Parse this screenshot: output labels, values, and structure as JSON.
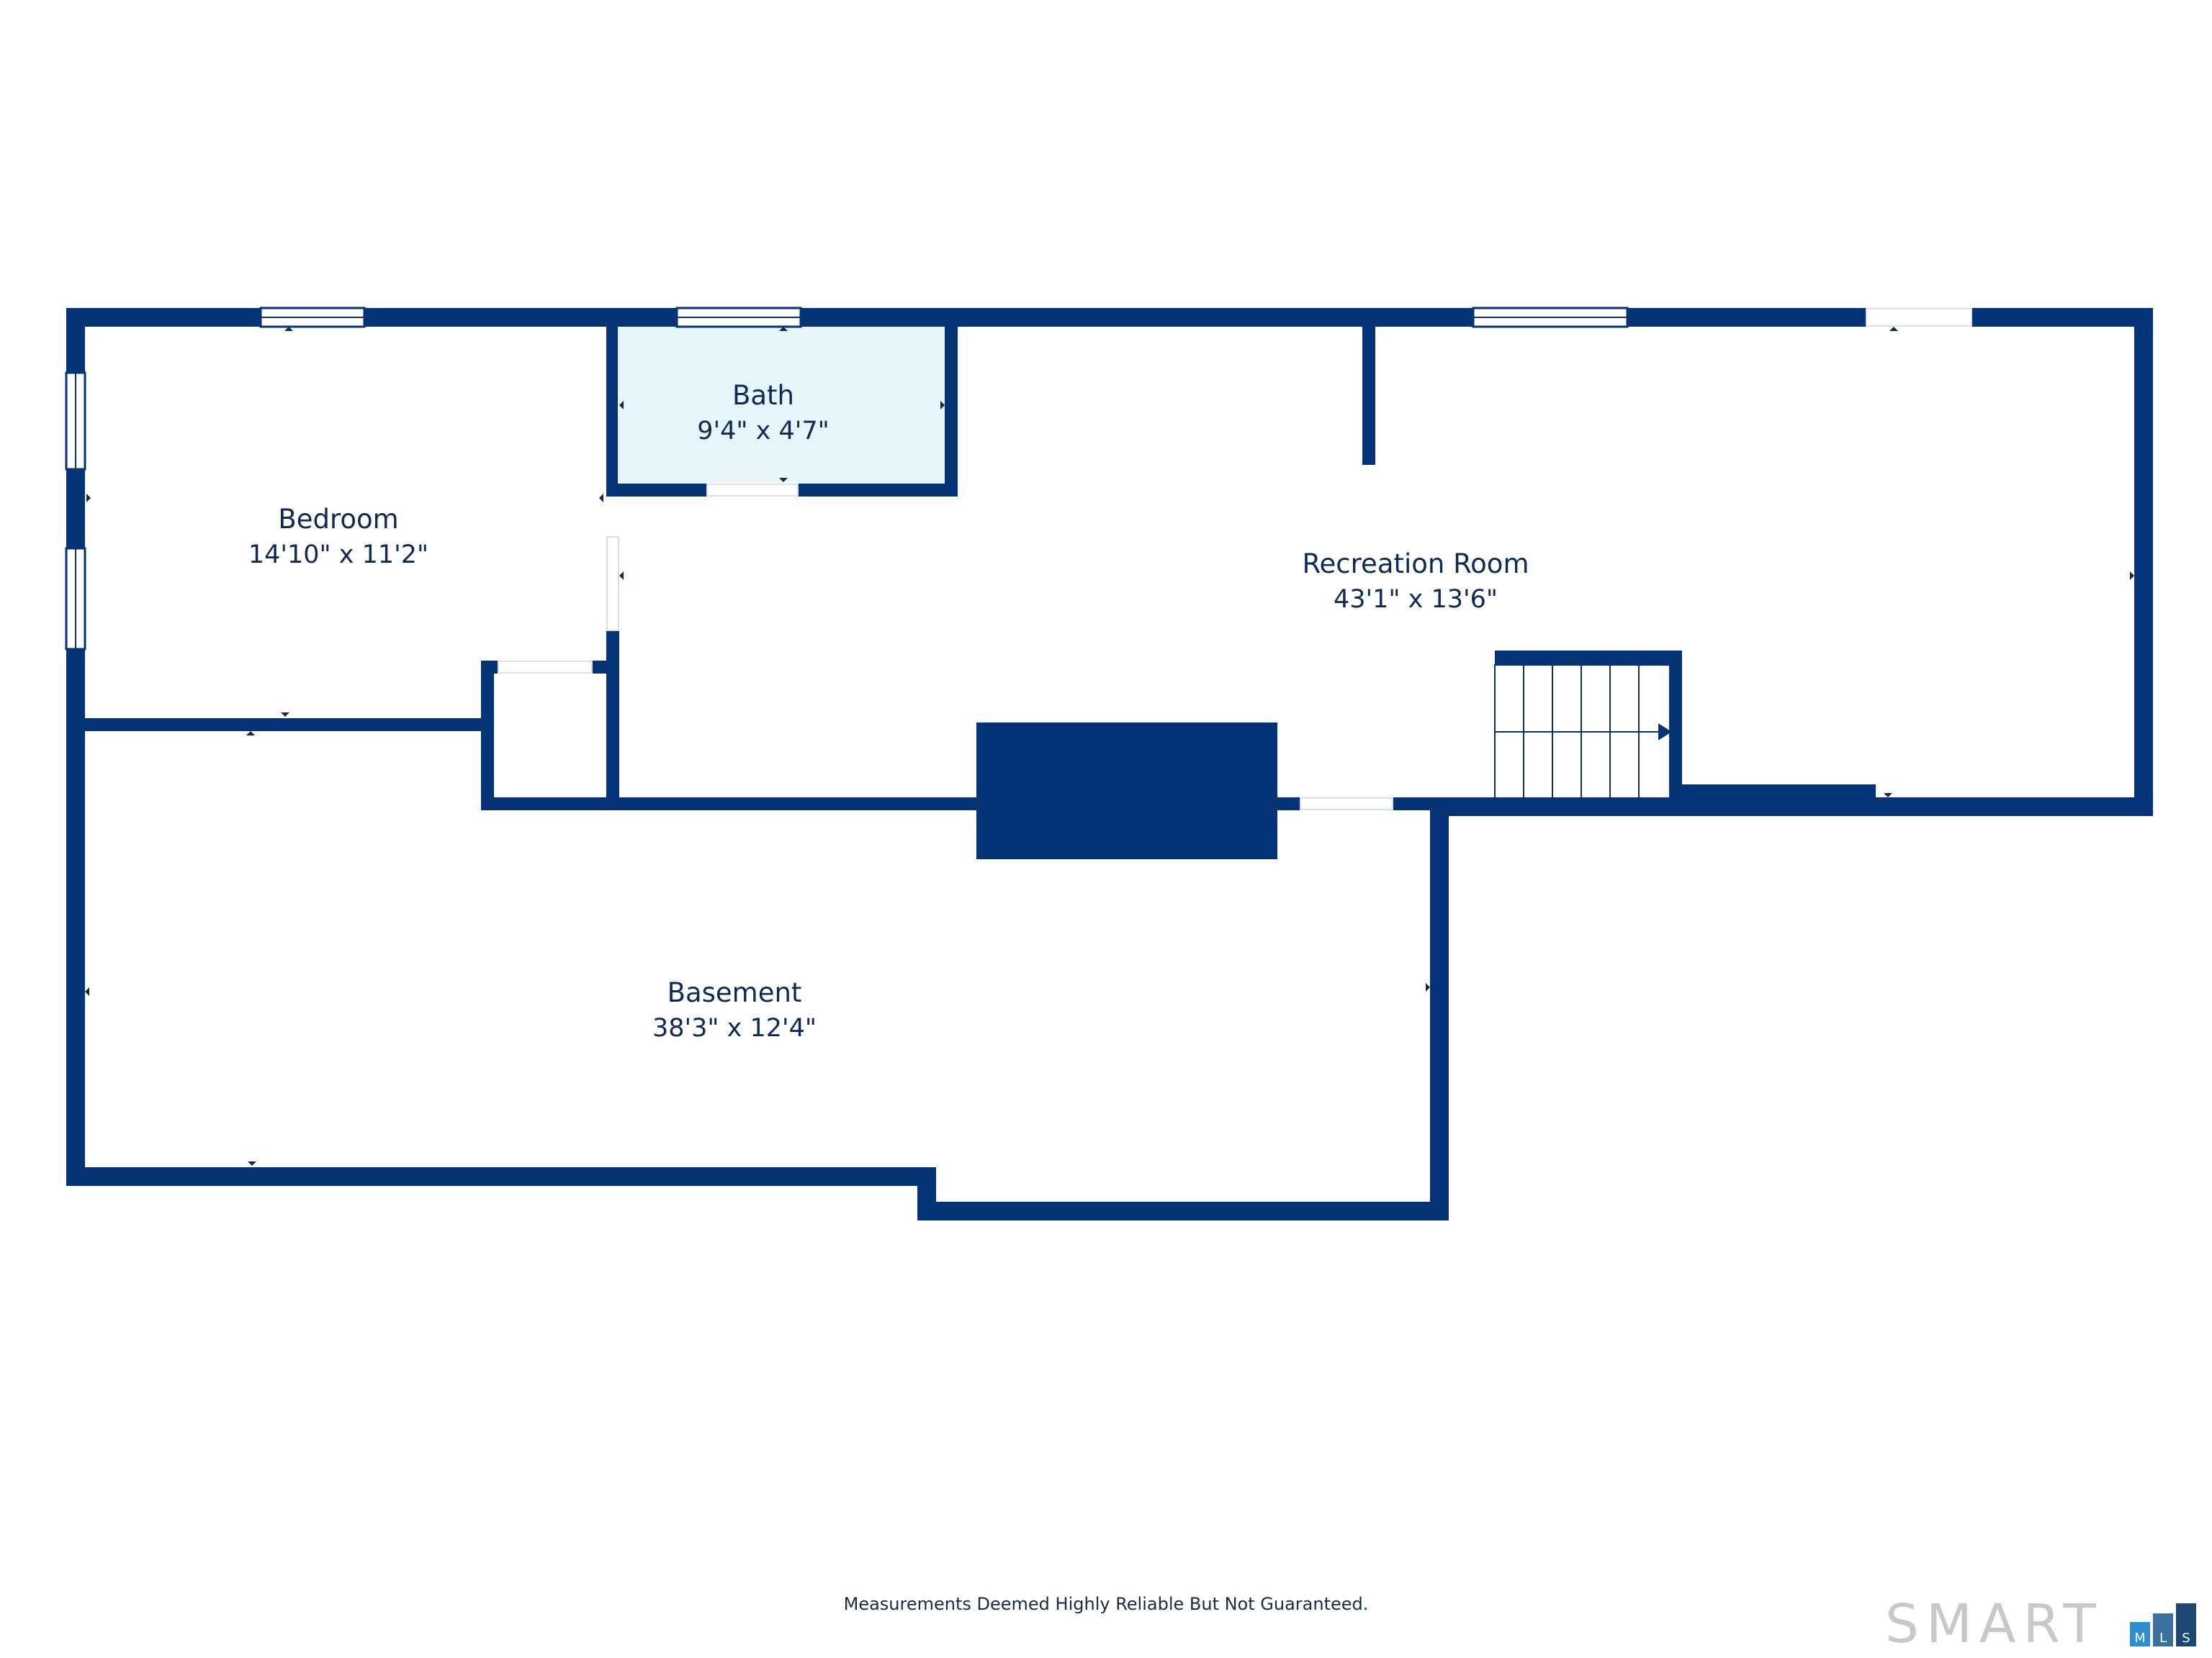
{
  "rooms": {
    "bedroom": {
      "name": "Bedroom",
      "dims": "14'10\" x 11'2\""
    },
    "bath": {
      "name": "Bath",
      "dims": "9'4\" x 4'7\""
    },
    "recreation": {
      "name": "Recreation Room",
      "dims": "43'1\" x 13'6\""
    },
    "basement": {
      "name": "Basement",
      "dims": "38'3\" x 12'4\""
    }
  },
  "disclaimer": "Measurements Deemed Highly Reliable But Not Guaranteed.",
  "logo": {
    "wordmark": "SMART",
    "badge_letters": [
      "M",
      "L",
      "S"
    ]
  },
  "colors": {
    "wall": "#043475",
    "bath_fill": "#e6f4fc",
    "text": "#0d2a55",
    "logo_gray": "#c8c8c8",
    "logo_blue": "#2e8fd0",
    "logo_navy": "#1b4872"
  }
}
